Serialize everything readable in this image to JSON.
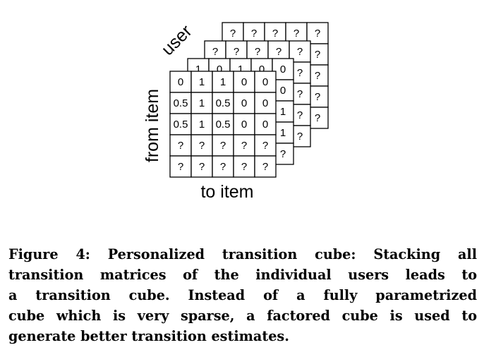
{
  "figure": {
    "axis_labels": {
      "user": "user",
      "from_item": "from item",
      "to_item": "to item"
    },
    "layers": [
      {
        "name": "back",
        "cells": [
          [
            "?",
            "?",
            "?",
            "?",
            "?"
          ],
          [
            "?",
            "?",
            "?",
            "?",
            "?"
          ],
          [
            "?",
            "?",
            "?",
            "?",
            "?"
          ],
          [
            "?",
            "?",
            "?",
            "?",
            "?"
          ],
          [
            "?",
            "?",
            "?",
            "?",
            "?"
          ]
        ]
      },
      {
        "name": "third",
        "cells": [
          [
            "?",
            "?",
            "?",
            "?",
            "?"
          ],
          [
            "?",
            "?",
            "?",
            "?",
            "?"
          ],
          [
            "?",
            "?",
            "?",
            "?",
            "?"
          ],
          [
            "?",
            "?",
            "?",
            "?",
            "?"
          ],
          [
            "?",
            "?",
            "?",
            "?",
            "?"
          ]
        ]
      },
      {
        "name": "second",
        "cells": [
          [
            "1",
            "0",
            "1",
            "0",
            "0"
          ],
          [
            "?",
            "?",
            "?",
            "?",
            "0"
          ],
          [
            "?",
            "?",
            "?",
            "?",
            "1"
          ],
          [
            "?",
            "?",
            "?",
            "?",
            "1"
          ],
          [
            "?",
            "?",
            "?",
            "?",
            "?"
          ]
        ]
      },
      {
        "name": "front",
        "cells": [
          [
            "0",
            "1",
            "1",
            "0",
            "0"
          ],
          [
            "0.5",
            "1",
            "0.5",
            "0",
            "0"
          ],
          [
            "0.5",
            "1",
            "0.5",
            "0",
            "0"
          ],
          [
            "?",
            "?",
            "?",
            "?",
            "?"
          ],
          [
            "?",
            "?",
            "?",
            "?",
            "?"
          ]
        ]
      }
    ]
  },
  "caption": {
    "lines": [
      "Figure 4: Personalized transition cube: Stacking all",
      "transition matrices of the individual users leads to",
      "a transition cube.  Instead of a fully parametrized",
      "cube which is very sparse, a factored cube is used to",
      "generate better transition estimates."
    ]
  }
}
